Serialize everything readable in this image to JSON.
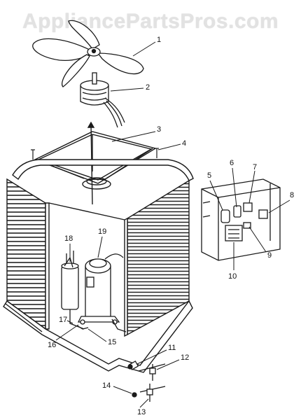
{
  "watermark": "AppliancePartsPros.com",
  "callouts": [
    "1",
    "2",
    "3",
    "4",
    "5",
    "6",
    "7",
    "8",
    "9",
    "10",
    "11",
    "12",
    "13",
    "14",
    "15",
    "16",
    "17",
    "18",
    "19"
  ],
  "colors": {
    "ink": "#1a1a1a",
    "watermark": "#e2e2e2",
    "background": "#ffffff"
  }
}
